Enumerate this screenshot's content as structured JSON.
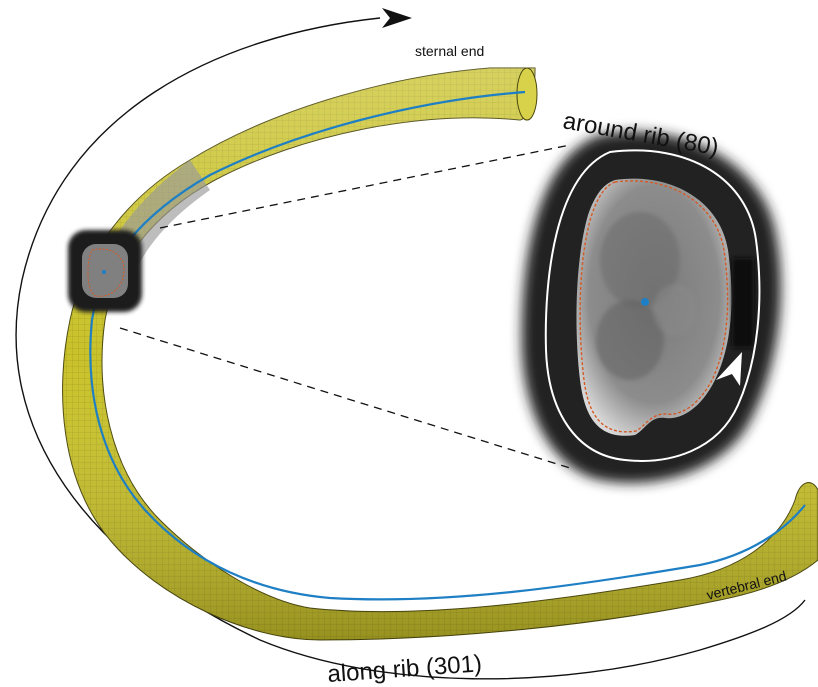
{
  "labels": {
    "sternal_end": "sternal end",
    "vertebral_end": "vertebral end",
    "around_rib": "around rib (80)",
    "along_rib": "along rib (301)"
  },
  "colors": {
    "rib_surface": "#c9c22a",
    "rib_mesh": "#5f5a10",
    "centerline": "#1f7fc4",
    "contour": "#d35a25",
    "outer_path": "#ffffff",
    "arrow": "#111111"
  },
  "icons": {
    "direction_arrow_top": "arrow-right-icon",
    "direction_arrow_section": "arrow-up-icon"
  }
}
